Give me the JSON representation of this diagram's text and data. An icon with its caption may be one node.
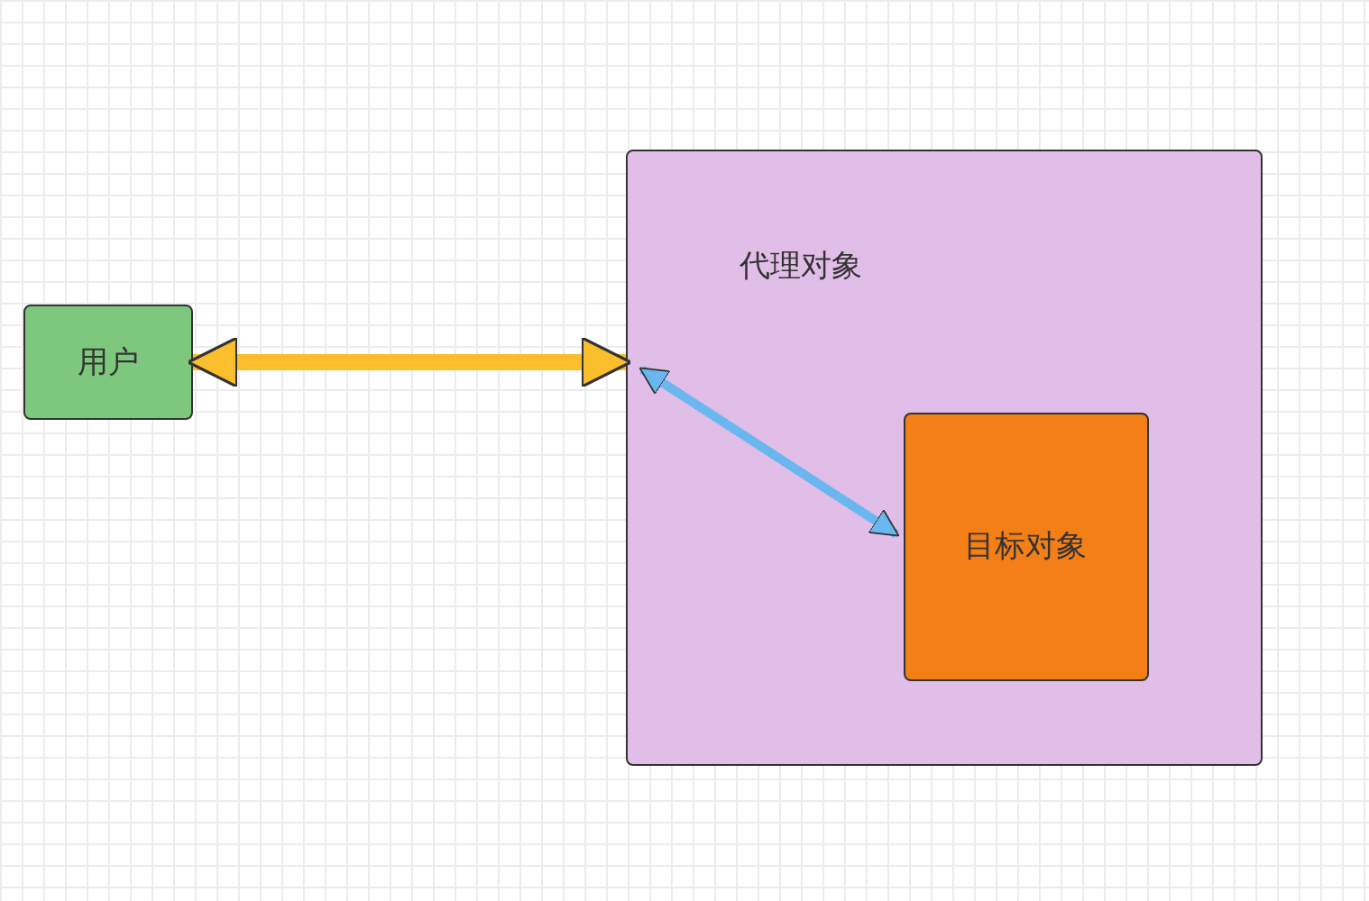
{
  "diagram": {
    "nodes": [
      {
        "text": [
          "用户"
        ]
      },
      {
        "text": [
          "代理对象"
        ]
      },
      {
        "text": [
          "目标对象"
        ],
        "in": 1
      }
    ],
    "edges": [
      {
        "from": 0,
        "to": 1,
        "arrow": "both",
        "style": "thick",
        "color": "#fbbf2e"
      },
      {
        "from": 1,
        "to": 2,
        "arrow": "both",
        "color": "#6ab7f0"
      }
    ]
  }
}
